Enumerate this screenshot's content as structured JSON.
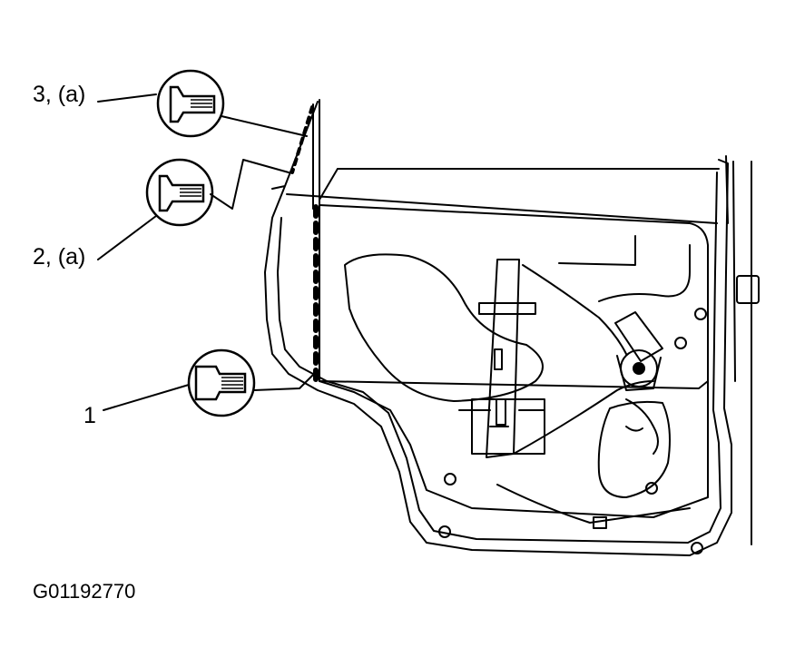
{
  "callouts": {
    "item3": "3, (a)",
    "item2": "2, (a)",
    "item1": "1"
  },
  "figure_code": "G01192770",
  "colors": {
    "line": "#000000",
    "background": "#ffffff"
  }
}
